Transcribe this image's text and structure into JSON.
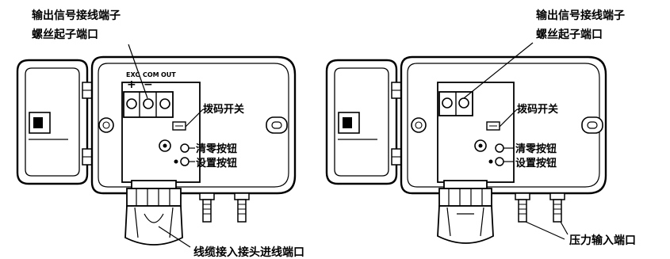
{
  "left_device": {
    "labels": {
      "output_terminal_line1": "输出信号接线端子",
      "output_terminal_line2": "螺丝起子端口",
      "dip_switch": "拨码开关",
      "zero_button": "清零按钮",
      "set_button": "设置按钮",
      "cable_gland": "线缆接入接头进线端口"
    },
    "terminal_labels": {
      "exc": "EXC",
      "com": "COM",
      "out": "OUT",
      "plus": "+",
      "minus": "−"
    }
  },
  "right_device": {
    "labels": {
      "output_terminal_line1": "输出信号接线端子",
      "output_terminal_line2": "螺丝起子端口",
      "dip_switch": "拨码开关",
      "zero_button": "清零按钮",
      "set_button": "设置按钮",
      "pressure_port": "压力输入端口"
    }
  },
  "colors": {
    "line": "#000000",
    "background": "#ffffff"
  }
}
